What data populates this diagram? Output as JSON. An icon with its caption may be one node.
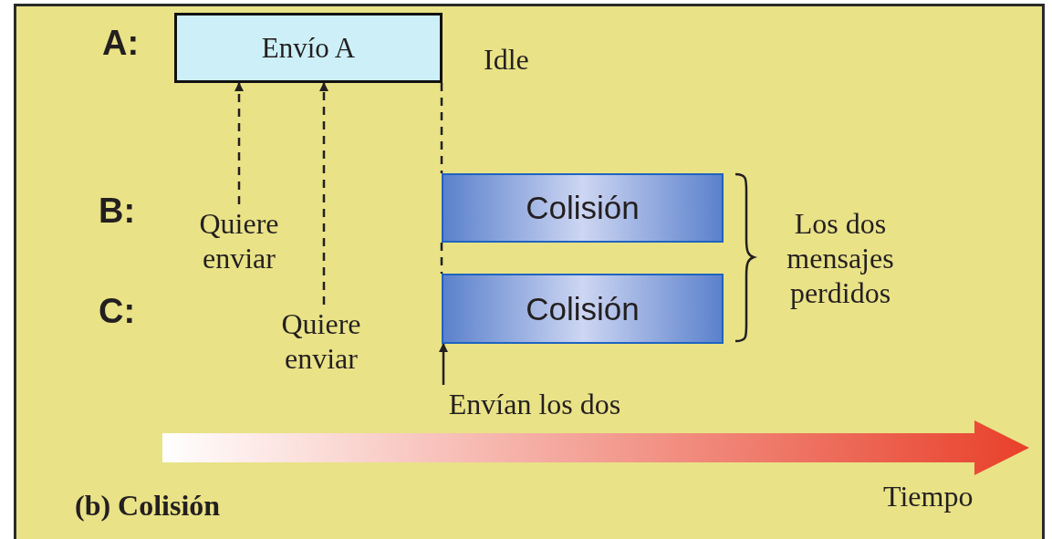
{
  "diagram": {
    "caption": "(b) Colisión",
    "nodes": [
      {
        "text": [
          "Envío A"
        ]
      },
      {
        "text": [
          "Colisión"
        ]
      },
      {
        "text": [
          "Colisión"
        ]
      },
      {
        "text": [
          "Quiere enviar"
        ]
      },
      {
        "text": [
          "Quiere enviar"
        ]
      },
      {
        "text": [
          "Envían los dos"
        ]
      }
    ],
    "edges": [
      {
        "from": 3,
        "to": 0,
        "arrow": "to",
        "style": "dashed"
      },
      {
        "from": 4,
        "to": 0,
        "arrow": "to",
        "style": "dashed"
      },
      {
        "from": 0,
        "to": 1,
        "arrow": "none",
        "style": "dashed"
      },
      {
        "from": 1,
        "to": 2,
        "arrow": "none",
        "style": "dashed"
      },
      {
        "from": 5,
        "to": 2,
        "arrow": "to"
      }
    ],
    "labels": [
      "A:",
      "Idle",
      "B:",
      "Los dos mensajes perdidos",
      "C:",
      "Tiempo"
    ]
  }
}
